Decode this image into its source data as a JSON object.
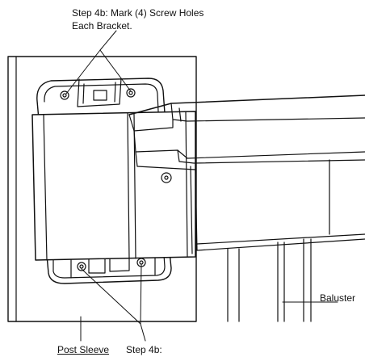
{
  "labels": {
    "step_top_line1": "Step 4b:  Mark (4) Screw Holes",
    "step_top_line2": "Each Bracket.",
    "post_sleeve": "Post Sleeve",
    "step_bottom": "Step 4b:",
    "baluster": "Baluster"
  },
  "colors": {
    "line": "#111111",
    "background": "#ffffff"
  }
}
